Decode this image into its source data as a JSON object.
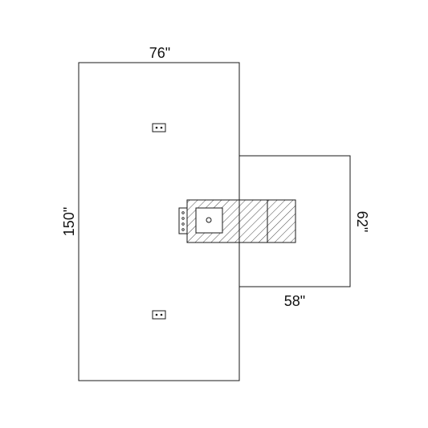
{
  "diagram": {
    "dimensions": {
      "top_width": "76\"",
      "left_height": "150\"",
      "wing_height": "62\"",
      "wing_width": "58\""
    },
    "colors": {
      "line": "#1a1a1a",
      "background": "#ffffff"
    }
  }
}
